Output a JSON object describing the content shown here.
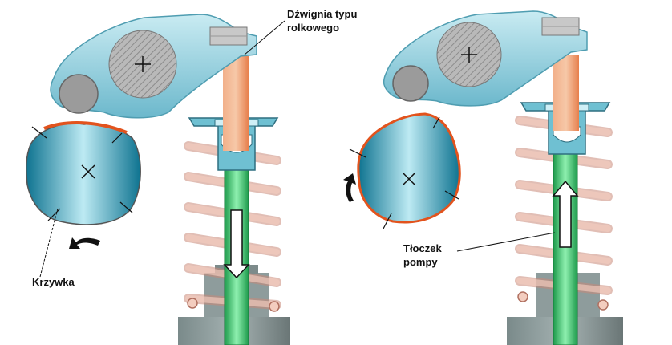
{
  "labels": {
    "roller_lever_line1": "Dźwignia typu",
    "roller_lever_line2": "rolkowego",
    "cam": "Krzywka",
    "plunger_line1": "Tłoczek",
    "plunger_line2": "pompy"
  },
  "colors": {
    "lever": "#9ad2e0",
    "lever_dark": "#4fa6bd",
    "cam_light": "#bdeaf3",
    "cam_dark": "#0e7390",
    "cam_outline": "#e2531d",
    "push_rod": "#f29a6a",
    "plunger": "#35c46a",
    "spring": "#e7b3a4",
    "base": "#6b6b6b",
    "arrow": "#111111"
  }
}
